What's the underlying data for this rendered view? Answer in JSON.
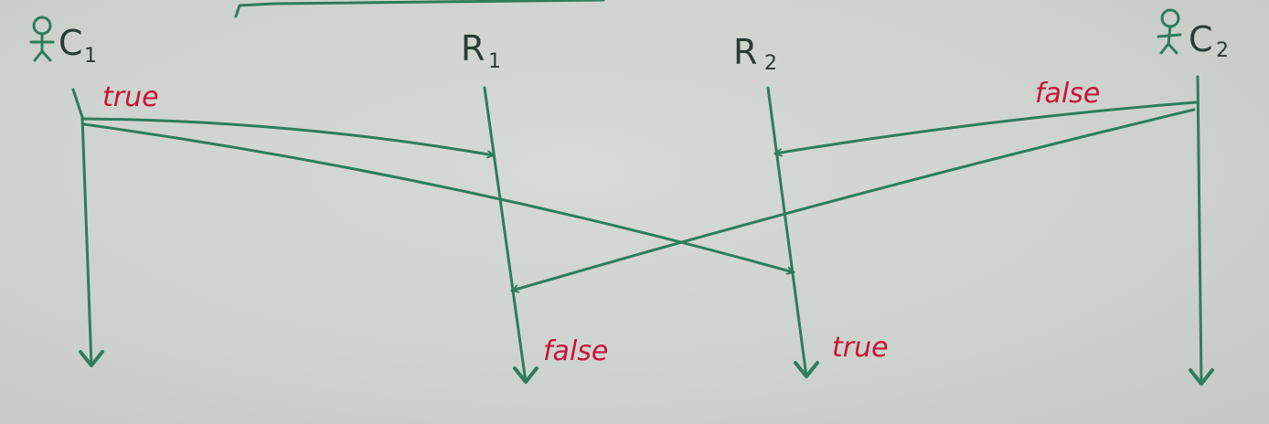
{
  "colors": {
    "ink_green": "#2e7d5b",
    "ink_red": "#c8143c",
    "ink_dark": "#2b3a36",
    "board": "#cfd3cd"
  },
  "participants": {
    "c1": {
      "icon": "person-icon",
      "name": "C",
      "sub": "1"
    },
    "r1": {
      "name": "R",
      "sub": "1"
    },
    "r2": {
      "name": "R",
      "sub": "2"
    },
    "c2": {
      "icon": "person-icon",
      "name": "C",
      "sub": "2"
    }
  },
  "messages": {
    "c1_sent": "true",
    "c2_sent": "false",
    "r1_result": "false",
    "r2_result": "true"
  }
}
